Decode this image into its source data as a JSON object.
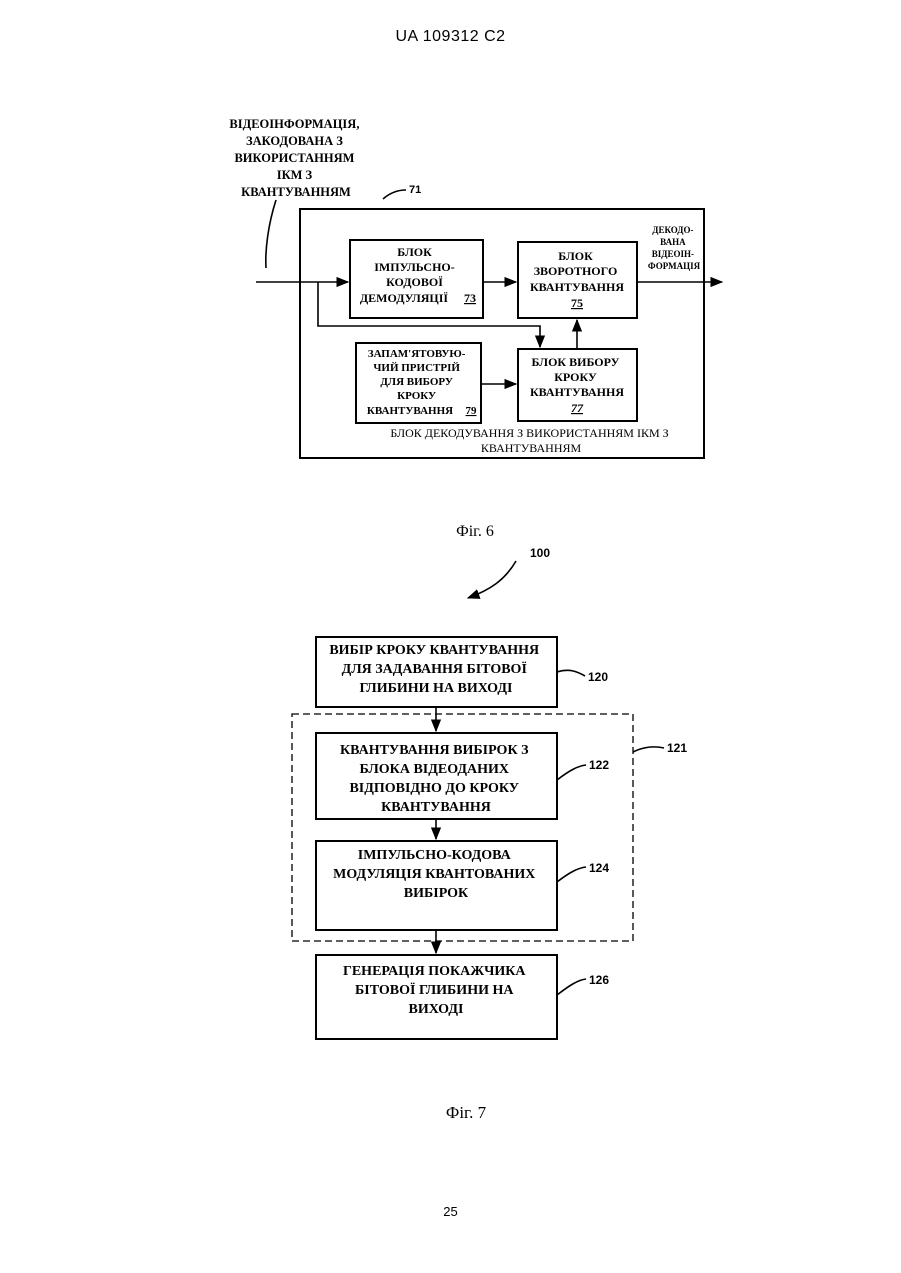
{
  "header": {
    "patent": "UA  109312  C2"
  },
  "footer": {
    "page_number": "25"
  },
  "fig6": {
    "caption": "Фіг. 6",
    "input_label": [
      "ВІДЕОІНФОРМАЦІЯ,",
      "ЗАКОДОВАНА З",
      "ВИКОРИСТАННЯМ",
      "ІКМ З",
      "КВАНТУВАННЯМ"
    ],
    "frame_ref": "71",
    "output_label": [
      "ДЕКОДО-",
      "ВАНА",
      "ВІДЕОІН-",
      "ФОРМАЦІЯ"
    ],
    "block_73": {
      "lines": [
        "БЛОК",
        "ІМПУЛЬСНО-",
        "КОДОВОЇ"
      ],
      "last_line": "ДЕМОДУЛЯЦІЇ",
      "ref": "73"
    },
    "block_75": {
      "lines": [
        "БЛОК",
        "ЗВОРОТНОГО",
        "КВАНТУВАННЯ"
      ],
      "ref": "75"
    },
    "block_77": {
      "lines": [
        "БЛОК ВИБОРУ",
        "КРОКУ",
        "КВАНТУВАННЯ"
      ],
      "ref": "77"
    },
    "block_79": {
      "lines": [
        "ЗАПАМ'ЯТОВУЮ-",
        "ЧИЙ ПРИСТРІЙ",
        "ДЛЯ ВИБОРУ",
        "КРОКУ"
      ],
      "last_line": "КВАНТУВАННЯ",
      "ref": "79"
    },
    "frame_caption": [
      "БЛОК ДЕКОДУВАННЯ З ВИКОРИСТАННЯМ ІКМ З",
      "КВАНТУВАННЯМ"
    ]
  },
  "fig7": {
    "caption": "Фіг. 7",
    "ref": "100",
    "group_ref": "121",
    "steps": [
      {
        "ref": "120",
        "lines": [
          "ВИБІР КРОКУ КВАНТУВАННЯ",
          "ДЛЯ ЗАДАВАННЯ БІТОВОЇ",
          "ГЛИБИНИ НА ВИХОДІ"
        ]
      },
      {
        "ref": "122",
        "lines": [
          "КВАНТУВАННЯ ВИБІРОК З",
          "БЛОКА ВІДЕОДАНИХ",
          "ВІДПОВІДНО ДО КРОКУ",
          "КВАНТУВАННЯ"
        ]
      },
      {
        "ref": "124",
        "lines": [
          "ІМПУЛЬСНО-КОДОВА",
          "МОДУЛЯЦІЯ КВАНТОВАНИХ",
          "ВИБІРОК"
        ]
      },
      {
        "ref": "126",
        "lines": [
          "ГЕНЕРАЦІЯ ПОКАЖЧИКА",
          "БІТОВОЇ ГЛИБИНИ НА",
          "ВИХОДІ"
        ]
      }
    ]
  }
}
